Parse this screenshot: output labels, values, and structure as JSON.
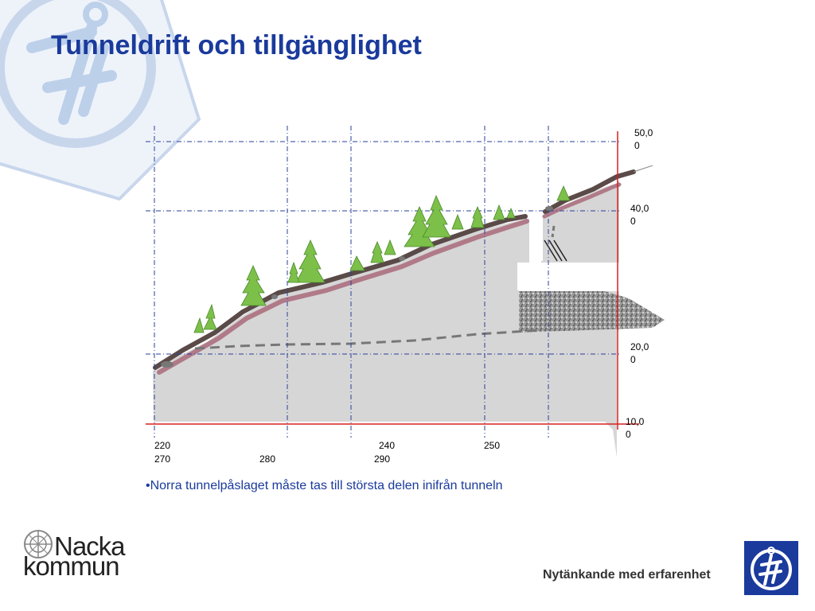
{
  "slide": {
    "title": "Tunneldrift och tillgänglighet",
    "bullet": "•Norra tunnelpåslaget måste tas till största delen inifrån tunneln",
    "tagline": "Nytänkande med erfarenhet"
  },
  "diagram": {
    "elevation_labels": [
      "50,00",
      "40,00",
      "20,00",
      "10,00"
    ],
    "station_labels_row1": [
      "220",
      "240",
      "250"
    ],
    "station_labels_row2": [
      "270",
      "280",
      "290"
    ]
  },
  "logos": {
    "nacka_line1": "Nacka",
    "nacka_line2": "kommun",
    "right_logo_icon": "af-logo-icon",
    "watermark_icon": "af-watermark-icon"
  },
  "colors": {
    "title": "#1a3a9c",
    "brand_blue": "#1a3a9c",
    "grid_blue": "#2a3f9a",
    "red_line": "#d62020",
    "rock_fill": "#d6d6d6",
    "soil_dark": "#5a4a48",
    "soil_pink": "#b07a88",
    "tree_green": "#7cc04a",
    "watermark": "#c8d6ec"
  }
}
